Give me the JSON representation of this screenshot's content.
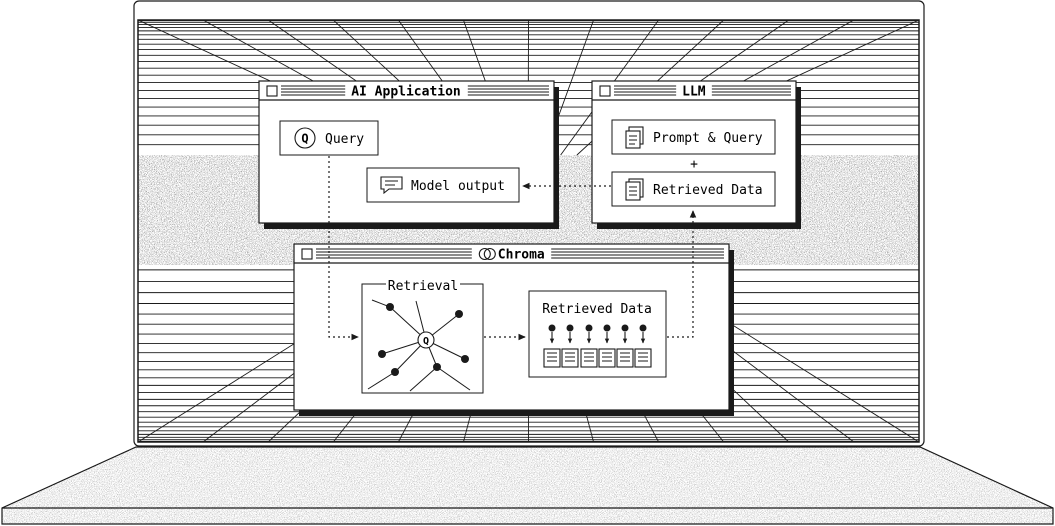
{
  "windows": {
    "ai_app": {
      "title": "AI Application"
    },
    "llm": {
      "title": "LLM"
    },
    "chroma": {
      "title": "Chroma"
    }
  },
  "nodes": {
    "query": "Query",
    "model_output": "Model output",
    "prompt_query": "Prompt & Query",
    "plus": "+",
    "retrieved_data_llm": "Retrieved Data",
    "retrieval": "Retrieval",
    "retrieved_data_chroma": "Retrieved Data",
    "query_node_glyph": "Q"
  },
  "icons": [
    "query-q-icon",
    "chat-bubble-icon",
    "prompt-document-icon",
    "documents-stack-icon",
    "chroma-logo-icon"
  ],
  "colors": {
    "ink": "#1a1a1a",
    "paper": "#ffffff",
    "noise": "#c8c8c8"
  }
}
